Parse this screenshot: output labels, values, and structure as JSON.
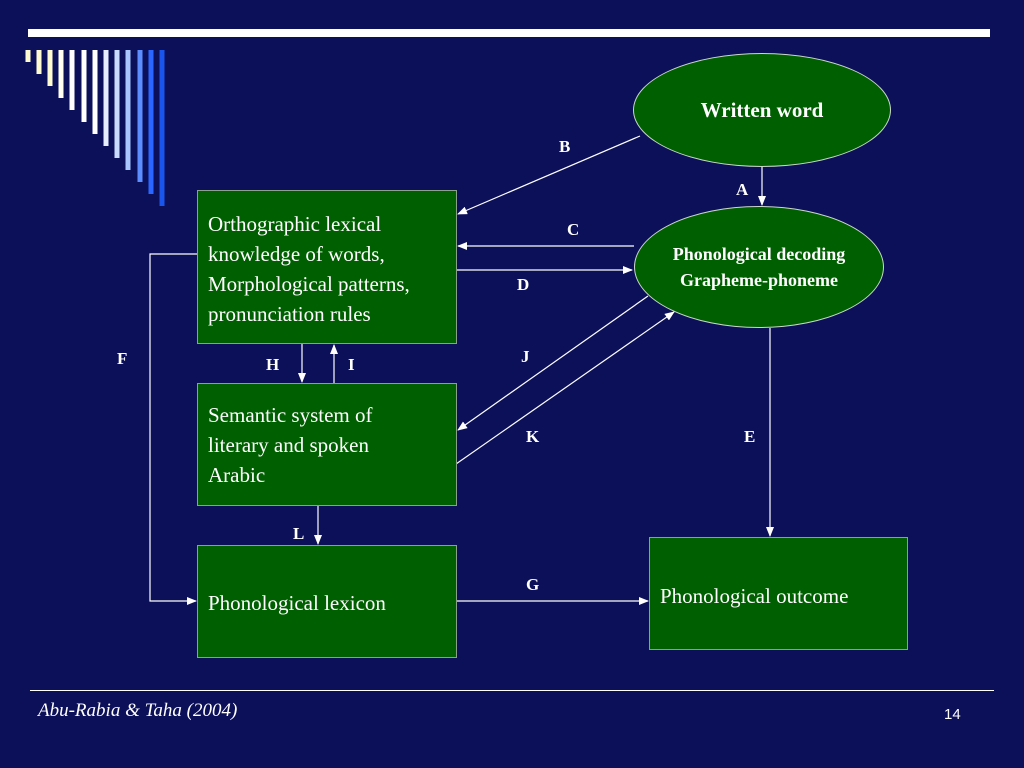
{
  "nodes": {
    "written_word": "Written word",
    "phonological_decoding": [
      "Phonological decoding",
      "Grapheme-phoneme"
    ],
    "orthographic": [
      "Orthographic lexical",
      "knowledge of words,",
      "Morphological patterns,",
      "pronunciation rules"
    ],
    "semantic": [
      "Semantic system of",
      "literary and spoken",
      "Arabic"
    ],
    "phonological_lexicon": "Phonological lexicon",
    "phonological_outcome": "Phonological outcome"
  },
  "edge_labels": {
    "A": "A",
    "B": "B",
    "C": "C",
    "D": "D",
    "E": "E",
    "F": "F",
    "G": "G",
    "H": "H",
    "I": "I",
    "J": "J",
    "K": "K",
    "L": "L"
  },
  "footer": {
    "citation": "Abu-Rabia & Taha (2004)",
    "page_number": "14"
  },
  "colors": {
    "background": "#0c1059",
    "node_fill": "#005f00",
    "text": "#ffffff",
    "stripe_colors": [
      "#ffffcc",
      "#ffffff",
      "#cce0ff",
      "#99bbff",
      "#3377ff",
      "#1155ee"
    ]
  }
}
